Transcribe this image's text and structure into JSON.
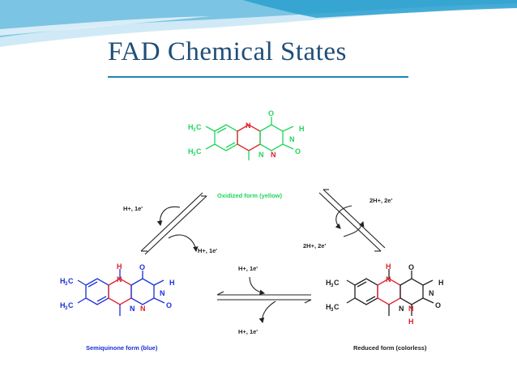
{
  "slide": {
    "title": "FAD Chemical States"
  },
  "theme": {
    "title_color": "#1f4e79",
    "accent": "#1f86b8",
    "swoosh_light": "#bfe3f2",
    "swoosh_dark": "#2aa0cf",
    "oxidized_color": "#1fd65a",
    "semiquinone_color": "#1a2fd6",
    "reduced_color": "#222222",
    "hetero_red": "#e0202a"
  },
  "diagram": {
    "forms": {
      "oxidized": {
        "label": "Oxidized form (yellow)"
      },
      "semiquinone": {
        "label": "Semiquinone form (blue)"
      },
      "reduced": {
        "label": "Reduced form (colorless)"
      }
    },
    "atoms": {
      "N": "N",
      "O": "O",
      "H": "H",
      "methyl_H": "H",
      "methyl_C": "C",
      "methyl_sub": "3"
    },
    "reactions": {
      "ox_to_semi": "H+, 1e'",
      "semi_to_ox": "H+, 1e'",
      "ox_to_red": "2H+, 2e'",
      "red_to_ox": "2H+, 2e'",
      "semi_to_red": "H+, 1e'",
      "red_to_semi": "H+, 1e'"
    }
  }
}
